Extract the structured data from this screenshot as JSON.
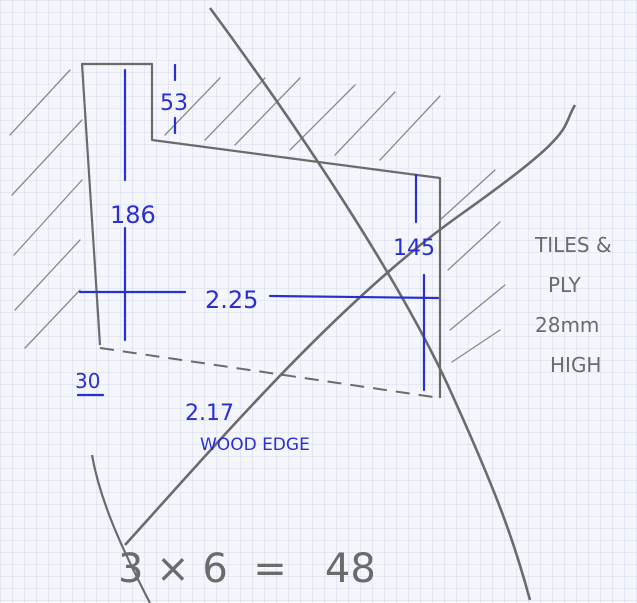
{
  "sketch": {
    "colors": {
      "paper": "#f4f6fb",
      "grid": "#c9d3ea",
      "pencil": "#5e5e5e",
      "pen": "#2a2fd0"
    },
    "dimensions": {
      "notch_height": "53",
      "left_height": "186",
      "right_height": "145",
      "width": "2.25",
      "bottom_length": "2.17",
      "offset": "30"
    },
    "annotations": {
      "wood_edge": "WOOD EDGE"
    },
    "side_notes": {
      "line1": "TILES &",
      "line2": "PLY",
      "line3": "28mm",
      "line4": "HIGH"
    },
    "calculation": "3 × 6  =   48"
  }
}
